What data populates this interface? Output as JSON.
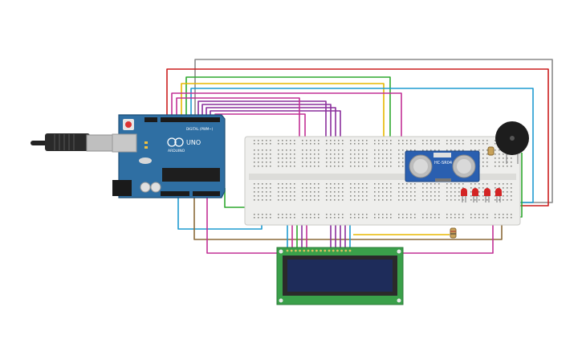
{
  "arduino": {
    "brand": "ARDUINO",
    "model": "UNO",
    "digital_label": "DIGITAL (PWM~)"
  },
  "sensor": {
    "label": "HC-SR04"
  },
  "colors": {
    "board": "#2f6fa3",
    "board_edge": "#1f4f78",
    "breadboard": "#f0f0ee",
    "lcd_pcb": "#3aa04a",
    "lcd_screen": "#1e2c5a",
    "sensor_pcb": "#2a5fb0",
    "led": "#d32424",
    "buzzer": "#1d1d1d",
    "wire_red": "#cc1f1f",
    "wire_gray": "#8a8a8a",
    "wire_yellow": "#e8b800",
    "wire_green": "#2ea82e",
    "wire_cyan": "#1f9bd1",
    "wire_purple": "#8a2f9c",
    "wire_magenta": "#c23095",
    "wire_brown": "#8b6a3a"
  }
}
